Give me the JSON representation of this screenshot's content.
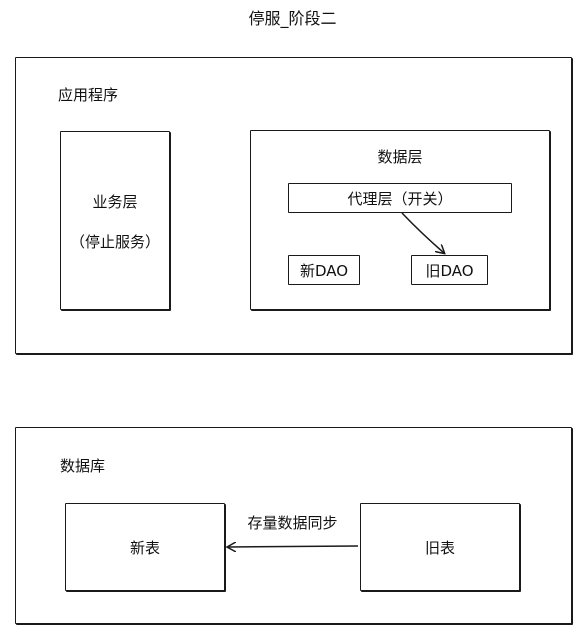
{
  "diagram": {
    "title": "停服_阶段二",
    "application": {
      "label": "应用程序",
      "business_layer": {
        "label": "业务层",
        "note": "（停止服务）"
      },
      "data_layer": {
        "label": "数据层",
        "proxy_layer": "代理层（开关）",
        "new_dao": "新DAO",
        "old_dao": "旧DAO"
      }
    },
    "database": {
      "label": "数据库",
      "new_table": "新表",
      "old_table": "旧表",
      "sync_label": "存量数据同步"
    }
  }
}
